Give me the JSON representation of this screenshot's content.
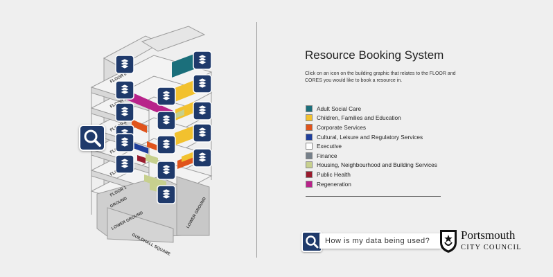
{
  "title": "Resource Booking System",
  "instructions": "Click on an icon on the building graphic that relates to the FLOOR and CORES you would like to book a resource in.",
  "legend": [
    {
      "label": "Adult Social Care",
      "color": "#1b6f7b"
    },
    {
      "label": "Children, Families and Education",
      "color": "#f2c12e"
    },
    {
      "label": "Corporate Services",
      "color": "#e0541c"
    },
    {
      "label": "Cultural, Leisure and Regulatory Services",
      "color": "#1f3f9c"
    },
    {
      "label": "Executive",
      "color": "#ffffff"
    },
    {
      "label": "Finance",
      "color": "#76808a"
    },
    {
      "label": "Housing, Neighbourhood and Building Services",
      "color": "#c7d08e"
    },
    {
      "label": "Public Health",
      "color": "#9a1b2e"
    },
    {
      "label": "Regeneration",
      "color": "#b8238a"
    }
  ],
  "building": {
    "floor_labels": [
      "FLOOR 6",
      "FLOOR 5",
      "FLOOR 4",
      "FLOOR 3",
      "FLOOR 2",
      "FLOOR 1",
      "GROUND",
      "LOWER GROUND",
      "GUILDHALL SQUARE",
      "LOWER GROUND"
    ],
    "booking_icon": "layers-icon",
    "search_icon": "search-icon"
  },
  "data_link": "How is my data being used?",
  "logo": {
    "name": "Portsmouth",
    "sub": "CITY COUNCIL",
    "icon": "portsmouth-crest-icon"
  },
  "accent": "#1f3a6b"
}
